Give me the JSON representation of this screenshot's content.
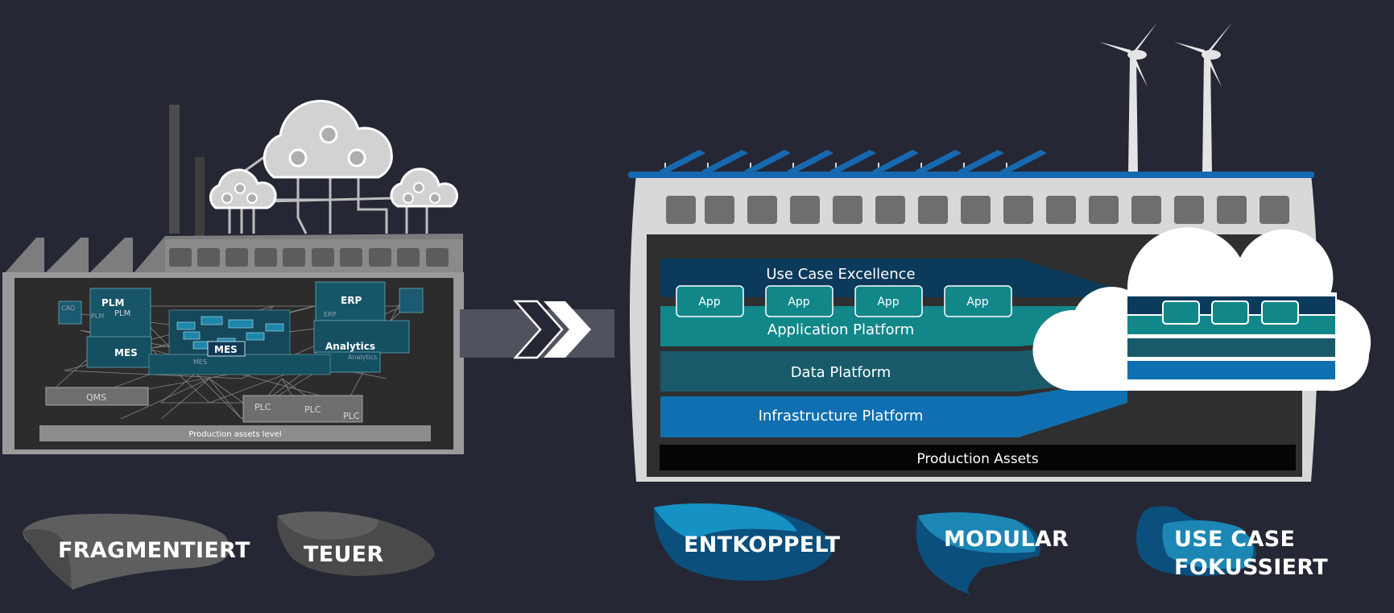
{
  "left": {
    "legacy_labels": {
      "plm": "PLM",
      "erp": "ERP",
      "mes": "MES",
      "mes_center": "MES",
      "analytics": "Analytics",
      "qms": "QMS",
      "plc": "PLC",
      "cad": "CAQ"
    },
    "assets_label": "Production assets level"
  },
  "right": {
    "layers": {
      "use_case": "Use Case Excellence",
      "application": "Application Platform",
      "data": "Data Platform",
      "infrastructure": "Infrastructure Platform",
      "production": "Production Assets"
    },
    "apps": [
      "App",
      "App",
      "App",
      "App"
    ]
  },
  "badges": {
    "fragmentiert": "FRAGMENTIERT",
    "teuer": "TEUER",
    "entkoppelt": "ENTKOPPELT",
    "modular": "MODULAR",
    "usecase_line1": "USE CASE",
    "usecase_line2": "FOKUSSIERT"
  },
  "colors": {
    "background": "#262734",
    "dark_blue": "#0b3a5b",
    "teal": "#12878a",
    "petrol": "#185a6a",
    "blue": "#0f6fb0"
  }
}
